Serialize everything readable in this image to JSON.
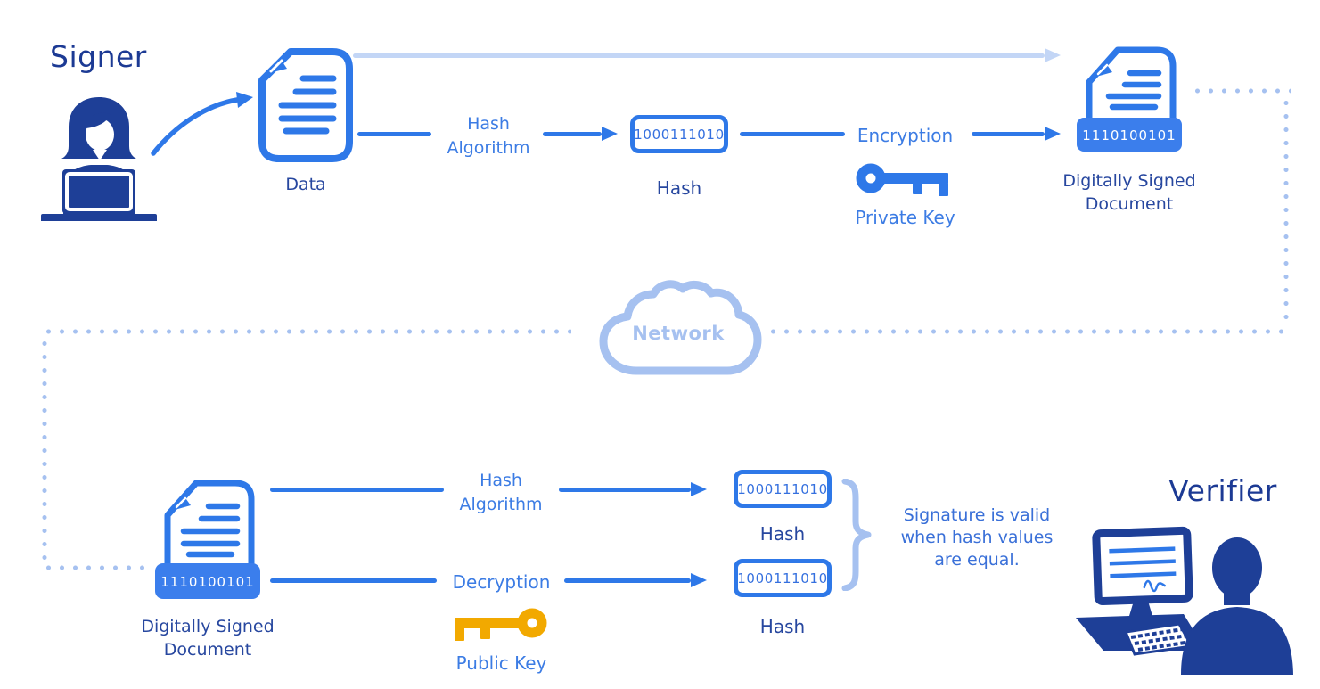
{
  "signer": {
    "title": "Signer"
  },
  "verifier": {
    "title": "Verifier"
  },
  "network": {
    "label": "Network"
  },
  "top": {
    "data_label": "Data",
    "hash_algorithm": [
      "Hash",
      "Algorithm"
    ],
    "hash_value": "1000111010",
    "hash_label": "Hash",
    "encryption_label": "Encryption",
    "private_key_label": "Private Key",
    "signed_value": "1110100101",
    "signed_label": [
      "Digitally Signed",
      "Document"
    ]
  },
  "bottom": {
    "signed_value": "1110100101",
    "signed_label": [
      "Digitally Signed",
      "Document"
    ],
    "hash_algorithm": [
      "Hash",
      "Algorithm"
    ],
    "decryption_label": "Decryption",
    "public_key_label": "Public Key",
    "hash_top_value": "1000111010",
    "hash_top_label": "Hash",
    "hash_bottom_value": "1000111010",
    "hash_bottom_label": "Hash",
    "validity": [
      "Signature is valid",
      "when hash values",
      "are equal."
    ]
  },
  "colors": {
    "bright_blue": "#2E78E8",
    "banner_blue": "#3B7EEC",
    "navy": "#1E3F97",
    "heading_blue": "#1C3A94",
    "dark_label_blue": "#27479F",
    "medium_label_blue": "#3C7CE4",
    "light_blue": "#A6C1F0",
    "light_arrow_blue": "#C3D6F6",
    "hash_text_blue": "#3570DF",
    "gold": "#F2A900",
    "background": "#FFFFFF"
  }
}
